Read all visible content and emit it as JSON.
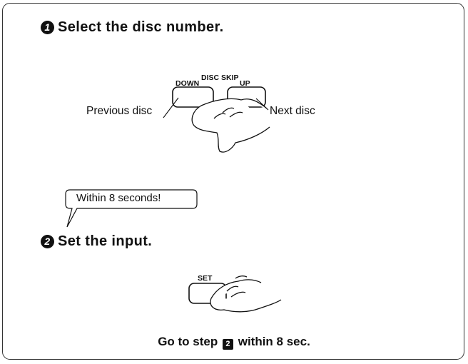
{
  "step1": {
    "number": "1",
    "title": "Select the disc number."
  },
  "disc_skip": {
    "group_label": "DISC SKIP",
    "down_label": "DOWN",
    "up_label": "UP",
    "previous_label": "Previous disc",
    "next_label": "Next disc"
  },
  "bubble": {
    "text": "Within 8 seconds!"
  },
  "step2": {
    "number": "2",
    "title": "Set the input."
  },
  "set_button": {
    "label": "SET"
  },
  "footer": {
    "prefix": "Go to step",
    "step_ref": "2",
    "suffix": "within 8 sec."
  }
}
